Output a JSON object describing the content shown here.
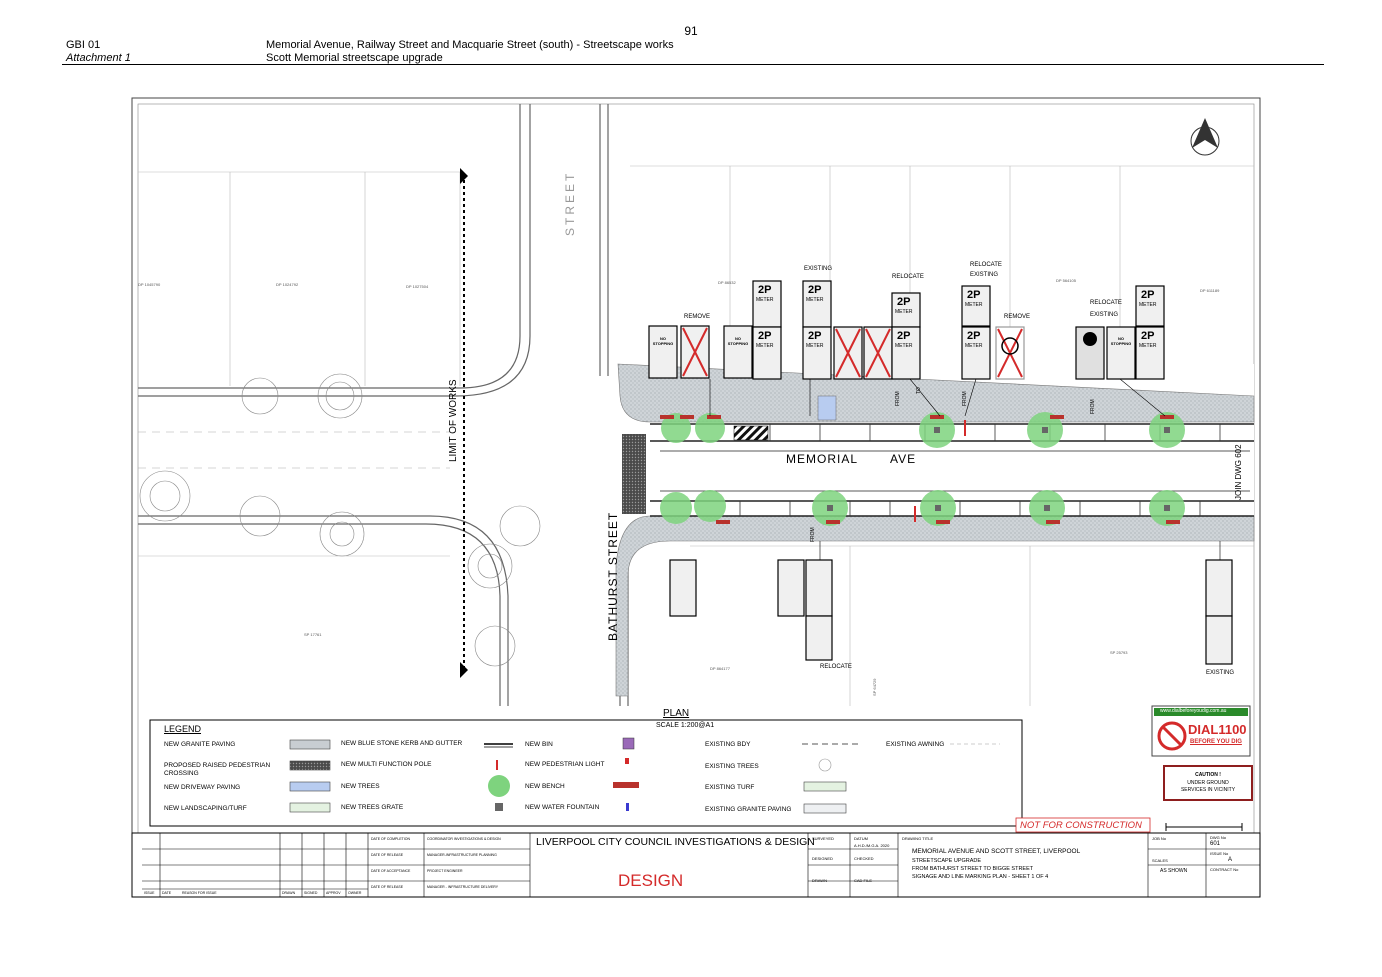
{
  "page_number": "91",
  "header": {
    "item_code": "GBI 01",
    "attachment": "Attachment 1",
    "title_line1": "Memorial Avenue, Railway Street and Macquarie Street (south) - Streetscape works",
    "title_line2": "Scott Memorial streetscape upgrade"
  },
  "plan": {
    "street_top": "STREET",
    "street_bathurst": "BATHURST STREET",
    "street_memorial": "MEMORIAL",
    "street_ave": "AVE",
    "limit_of_works": "LIMIT OF WORKS",
    "join_dwg": "JOIN DWG 602",
    "plan_label": "PLAN",
    "scale": "SCALE 1:200@A1",
    "lot_labels": [
      "DP 1045790",
      "DP 1024792",
      "DP 1027504",
      "SP 17761",
      "DP 86532",
      "DP 564105",
      "DP 611189",
      "SP 25793",
      "SP 64729",
      "DP 864177"
    ],
    "sign_notes": {
      "remove_1": "REMOVE",
      "existing_1": "EXISTING",
      "relocate_1": "RELOCATE",
      "relocate_existing": "RELOCATE",
      "existing_2": "EXISTING",
      "remove_2": "REMOVE",
      "relocate_2": "RELOCATE",
      "existing_3": "EXISTING",
      "relocate_3": "RELOCATE",
      "existing_4": "EXISTING"
    },
    "sign_text": {
      "no_stopping": "NO STOPPING",
      "two_p": "2P",
      "meter": "METER",
      "from": "FROM",
      "to": "TO"
    }
  },
  "legend": {
    "title": "LEGEND",
    "items": [
      "NEW GRANITE PAVING",
      "PROPOSED RAISED PEDESTRIAN CROSSING",
      "NEW DRIVEWAY PAVING",
      "NEW LANDSCAPING/TURF",
      "NEW BLUE STONE KERB AND GUTTER",
      "NEW MULTI FUNCTION POLE",
      "NEW TREES",
      "NEW TREES GRATE",
      "NEW BIN",
      "NEW PEDESTRIAN LIGHT",
      "NEW BENCH",
      "NEW WATER FOUNTAIN",
      "EXISTING BDY",
      "EXISTING TREES",
      "EXISTING TURF",
      "EXISTING GRANITE PAVING",
      "EXISTING AWNING"
    ]
  },
  "dial": {
    "website": "www.dialbeforeyoudig.com.au",
    "number": "DIAL1100",
    "sub": "BEFORE YOU DIG"
  },
  "caution": {
    "line1": "CAUTION !",
    "line2": "UNDER GROUND",
    "line3": "SERVICES IN VICINITY"
  },
  "title_block": {
    "not_for_construction": "NOT FOR CONSTRUCTION",
    "council": "LIVERPOOL CITY COUNCIL INVESTIGATIONS & DESIGN",
    "design": "DESIGN",
    "project_line1": "MEMORIAL AVENUE AND SCOTT STREET, LIVERPOOL",
    "project_line2": "STREETSCAPE UPGRADE",
    "project_line3": "FROM BATHURST STREET TO BIGGE STREET",
    "project_line4": "SIGNAGE AND LINE MARKING PLAN - SHEET 1 OF 4",
    "dwg_no": "601",
    "issue": "A",
    "scale": "AS SHOWN",
    "drawing_title_label": "DRAWING TITLE",
    "dwg_no_label": "DWG No",
    "issue_label": "ISSUE No",
    "scales_label": "SCALES",
    "job_label": "JOB No",
    "contract_label": "CONTRACT No",
    "surveyed": "SURVEYED",
    "designed": "DESIGNED",
    "drawn": "DRAWN",
    "datum": "DATUM",
    "checked": "CHECKED",
    "cad_file": "CAD FILE",
    "datum_value": "A.H.D./M.G.A. 2020",
    "rev_labels": [
      "ISSUE",
      "DATE",
      "REASON FOR ISSUE",
      "DRAWN",
      "SIGNED",
      "APPROV",
      "OWNER"
    ],
    "approvals": [
      "DATE OF COMPLETION",
      "DATE OF RELEASE",
      "DATE OF ACCEPTANCE",
      "DATE OF RELEASE"
    ],
    "approver_roles": [
      "COORDINATOR INVESTIGATIONS & DESIGN",
      "MANAGER-INFRASTRUCTURE PLANNING",
      "PROJECT ENGINEER",
      "MANAGER - INFRASTRUCTURE DELIVERY"
    ]
  },
  "colors": {
    "granite": "#c8cdd2",
    "tree_green": "#7ed37e",
    "bench_red": "#b8322c",
    "driveway_blue": "#b8ccf0",
    "turf": "#e4f2e1",
    "red_text": "#d42a2a",
    "dark_red": "#8e1e1e"
  }
}
